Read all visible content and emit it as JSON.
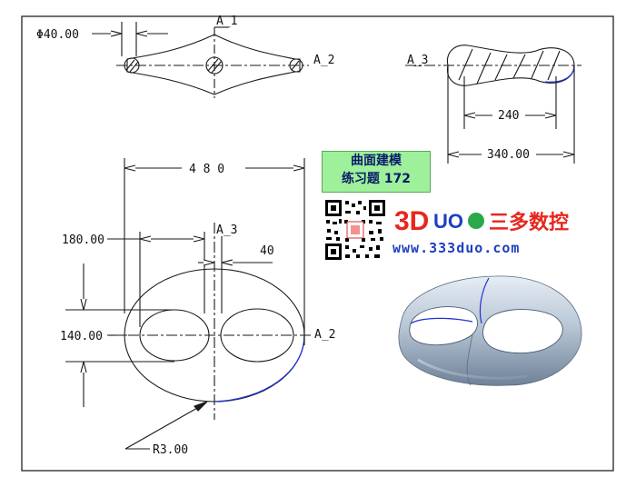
{
  "labels": {
    "phi": "Φ40.00",
    "a1_top": "A_1",
    "a2_top": "A_2",
    "a3_right": "A_3",
    "d240": "240",
    "d340": "340.00",
    "d480": "4 8 0",
    "d180": "180.00",
    "a3_main": "A_3",
    "d40": "40",
    "d140": "140.00",
    "a2_main": "A_2",
    "r3": "R3.00"
  },
  "title": {
    "line1": "曲面建模",
    "line2": "练习题 172"
  },
  "logo": {
    "text_left": "3D",
    "text_mid": "UO",
    "text_cn": "三多数控",
    "url": "www.333duo.com"
  },
  "colors": {
    "line": "#1a1a1a",
    "blue_edge": "#2233cc",
    "logo_red": "#e8261d",
    "logo_blue": "#1e3fc2",
    "title_bg": "#9ef09a"
  }
}
